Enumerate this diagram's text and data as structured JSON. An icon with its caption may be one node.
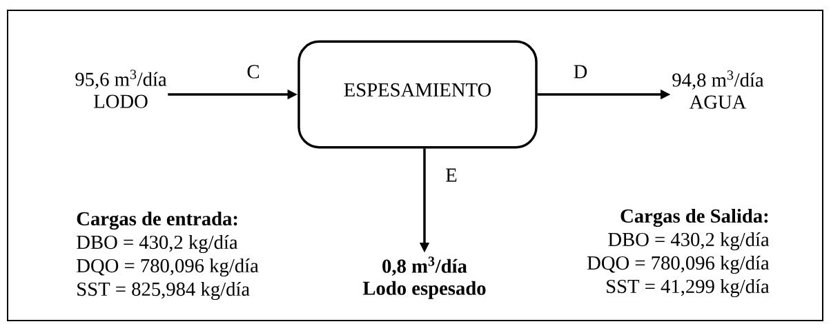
{
  "diagram": {
    "nodes": [
      {
        "text": [
          "95,6  m$^{3}$/día",
          "LODO"
        ]
      },
      {
        "text": [
          "ESPESAMIENTO"
        ]
      },
      {
        "text": [
          "94,8  m$^{3}$/día",
          "AGUA"
        ]
      },
      {
        "text": [
          "0,8 m$^{3}$/día",
          "Lodo  espesado"
        ]
      }
    ],
    "edges": [
      {
        "from": 0,
        "to": 1,
        "arrow": "to",
        "label": "C"
      },
      {
        "from": 1,
        "to": 2,
        "arrow": "to",
        "label": "D"
      },
      {
        "from": 1,
        "to": 3,
        "arrow": "to",
        "label": "E"
      }
    ],
    "labels": [
      "Cargas de entrada:",
      "DBO = 430,2 kg/día",
      "DQO = 780,096 kg/día",
      "SST = 825,984 kg/día",
      "Cargas de Salida:",
      "DBO = 430,2  kg/día",
      "DQO = 780,096  kg/día",
      "SST = 41,299  kg/día"
    ]
  }
}
